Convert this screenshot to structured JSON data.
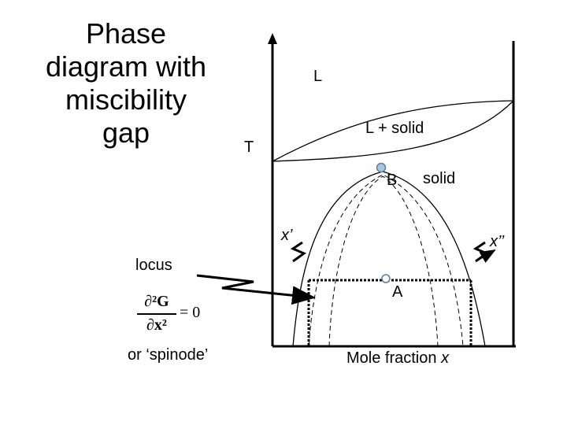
{
  "title": [
    "Phase",
    "diagram with",
    "miscibility",
    "gap"
  ],
  "labels": {
    "L": "L",
    "L_solid": "L + solid",
    "T": "T",
    "B": "B",
    "solid": "solid",
    "x_prime": "x’",
    "x_double_prime": "x’’",
    "A": "A",
    "locus": "locus",
    "or_spinode": "or ‘spinode’",
    "mole_fraction": "Mole fraction",
    "x": "x"
  },
  "formula": {
    "numerator": "∂²G",
    "denominator": "∂x²",
    "equals": "= 0"
  },
  "colors": {
    "marker_fill": "#a9c4dd",
    "marker_stroke": "#5a7fa3",
    "line": "#000000"
  }
}
